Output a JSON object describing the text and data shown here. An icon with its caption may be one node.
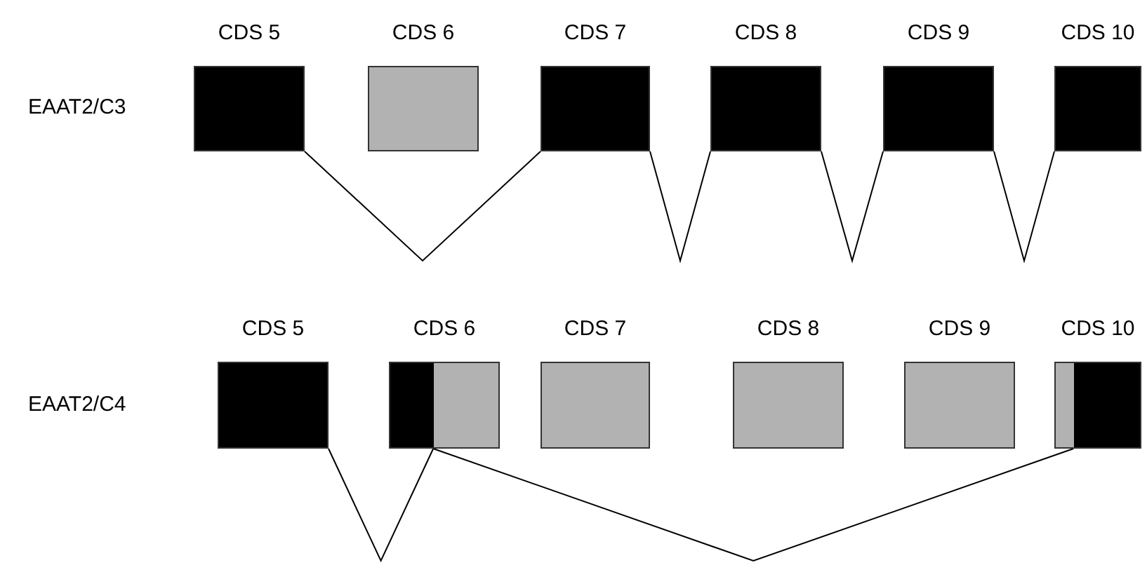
{
  "diagram": {
    "nodes": [
      {
        "text": [
          "CDS 5"
        ]
      },
      {
        "text": [
          "CDS 6"
        ]
      },
      {
        "text": [
          "CDS 7"
        ]
      },
      {
        "text": [
          "CDS 8"
        ]
      },
      {
        "text": [
          "CDS 9"
        ]
      },
      {
        "text": [
          "CDS 10"
        ]
      },
      {
        "text": [
          "CDS 5"
        ]
      },
      {
        "text": [
          "CDS 6"
        ]
      },
      {
        "text": [
          "CDS 7"
        ]
      },
      {
        "text": [
          "CDS 8"
        ]
      },
      {
        "text": [
          "CDS 9"
        ]
      },
      {
        "text": [
          "CDS 10"
        ]
      }
    ],
    "edges": [
      {
        "from": 0,
        "to": 2,
        "arrow": "none"
      },
      {
        "from": 2,
        "to": 3,
        "arrow": "none"
      },
      {
        "from": 3,
        "to": 4,
        "arrow": "none"
      },
      {
        "from": 4,
        "to": 5,
        "arrow": "none"
      },
      {
        "from": 6,
        "to": 7,
        "arrow": "none"
      },
      {
        "from": 7,
        "to": 11,
        "arrow": "none"
      }
    ],
    "labels": [
      "EAAT2/C3",
      "EAAT2/C4"
    ]
  }
}
